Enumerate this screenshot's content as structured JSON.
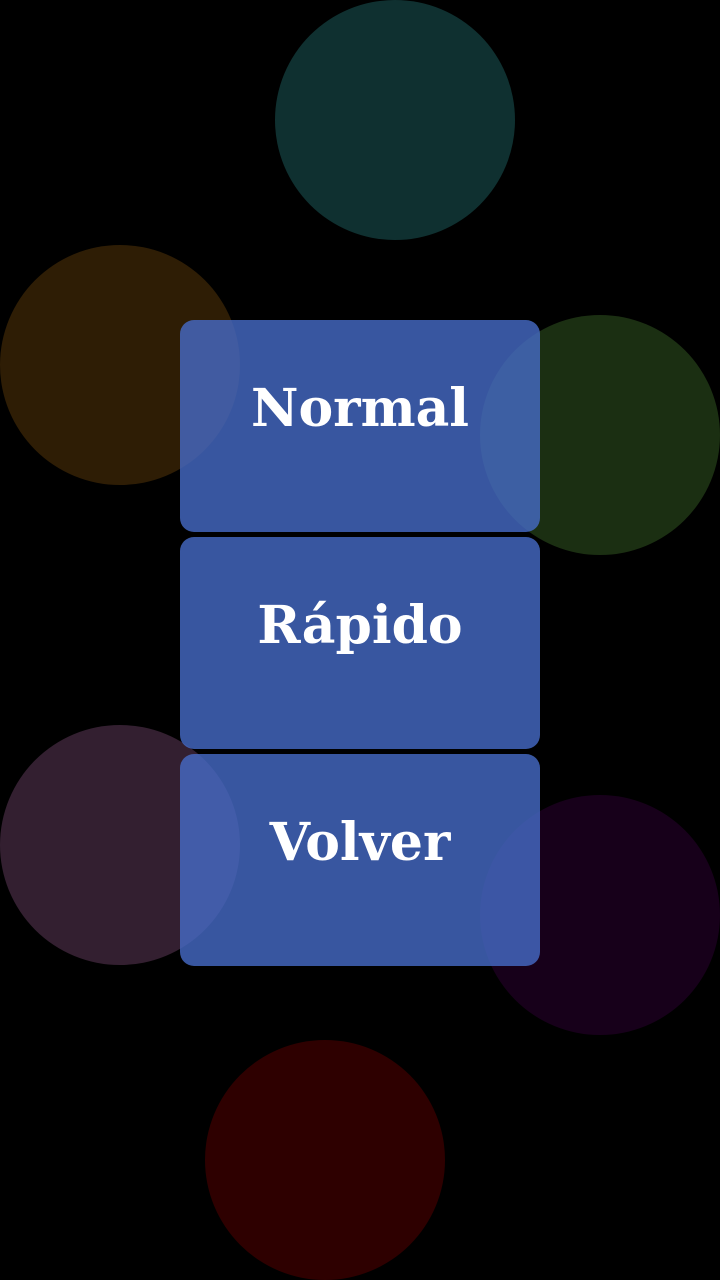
{
  "menu": {
    "normal_label": "Normal",
    "fast_label": "Rápido",
    "back_label": "Volver"
  },
  "colors": {
    "background": "#000000",
    "button": "#3d5b9e",
    "button_text": "#ffffff",
    "circles": [
      "#0f3030",
      "#2e1d05",
      "#1b2f12",
      "#331f30",
      "#17001a",
      "#2e0000"
    ]
  }
}
